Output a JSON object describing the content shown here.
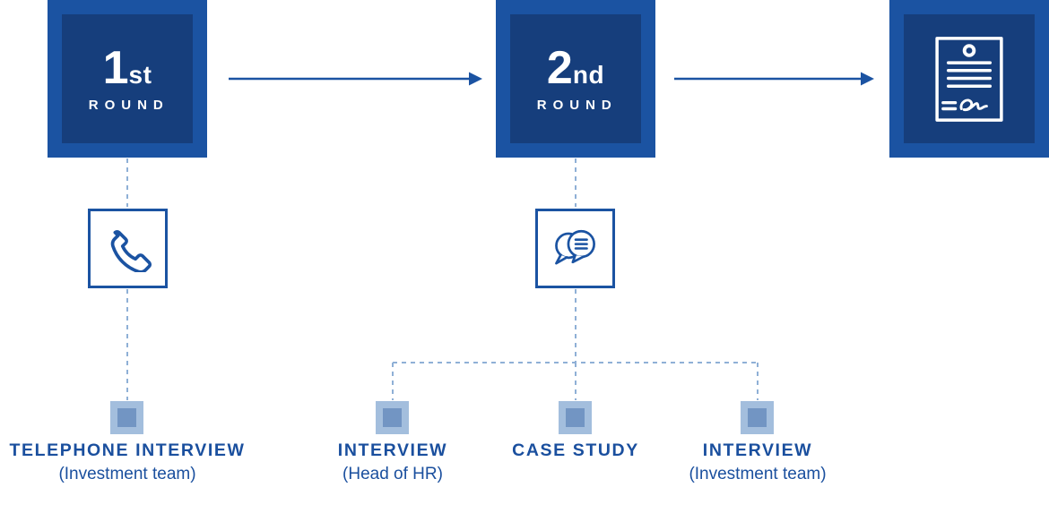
{
  "theme": {
    "box_blue": "#1b53a2",
    "box_inner_blue": "#163e7c",
    "accent_blue": "#1b53a2",
    "dash_blue": "#8fb0d6",
    "bullet_outer_blue": "#a3bedd",
    "bullet_inner_blue": "#7295c3",
    "label_blue": "#1a4f9e",
    "icon_white": "#ffffff",
    "background": "#ffffff"
  },
  "rounds": [
    {
      "number": "1",
      "suffix": "st",
      "word": "ROUND"
    },
    {
      "number": "2",
      "suffix": "nd",
      "word": "ROUND"
    }
  ],
  "final_step": {
    "icon": "signed-contract-icon"
  },
  "mid_icons": [
    {
      "icon": "telephone-icon"
    },
    {
      "icon": "speech-bubbles-icon"
    }
  ],
  "steps": [
    {
      "title": "TELEPHONE INTERVIEW",
      "subtitle": "(Investment team)"
    },
    {
      "title": "INTERVIEW",
      "subtitle": "(Head of HR)"
    },
    {
      "title": "CASE STUDY",
      "subtitle": ""
    },
    {
      "title": "INTERVIEW",
      "subtitle": "(Investment team)"
    }
  ]
}
